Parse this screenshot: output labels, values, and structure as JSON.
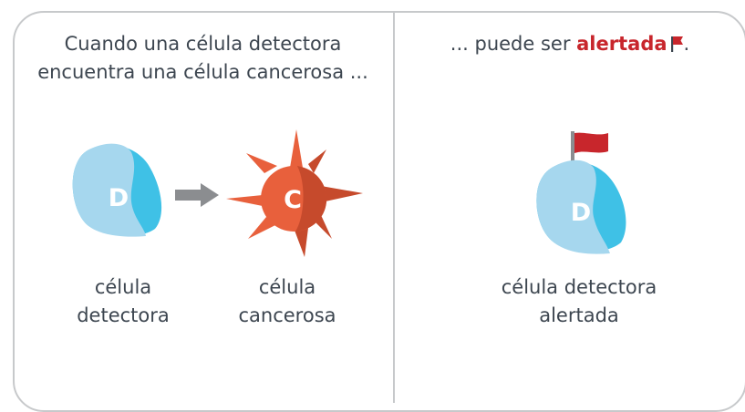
{
  "panels": {
    "left": {
      "caption_line1": "Cuando una célula detectora",
      "caption_line2": "encuentra una célula cancerosa ...",
      "detector_letter": "D",
      "detector_label_line1": "célula",
      "detector_label_line2": "detectora",
      "cancer_letter": "C",
      "cancer_label_line1": "célula",
      "cancer_label_line2": "cancerosa"
    },
    "right": {
      "caption_prefix": "... puede ser ",
      "caption_highlight": "alertada",
      "caption_suffix": ".",
      "alerted_letter": "D",
      "alerted_label_line1": "célula detectora",
      "alerted_label_line2": "alertada"
    }
  },
  "colors": {
    "detector_light": "#a6d7ee",
    "detector_dark": "#3fc1e6",
    "cancer_main": "#e8603c",
    "cancer_shadow": "#c64a2c",
    "arrow": "#8b8d90",
    "alert_red": "#c8262c",
    "text": "#3d4650",
    "border": "#c7c9cb"
  },
  "icons": {
    "arrow": "right-arrow-icon",
    "flag": "red-flag-icon"
  }
}
